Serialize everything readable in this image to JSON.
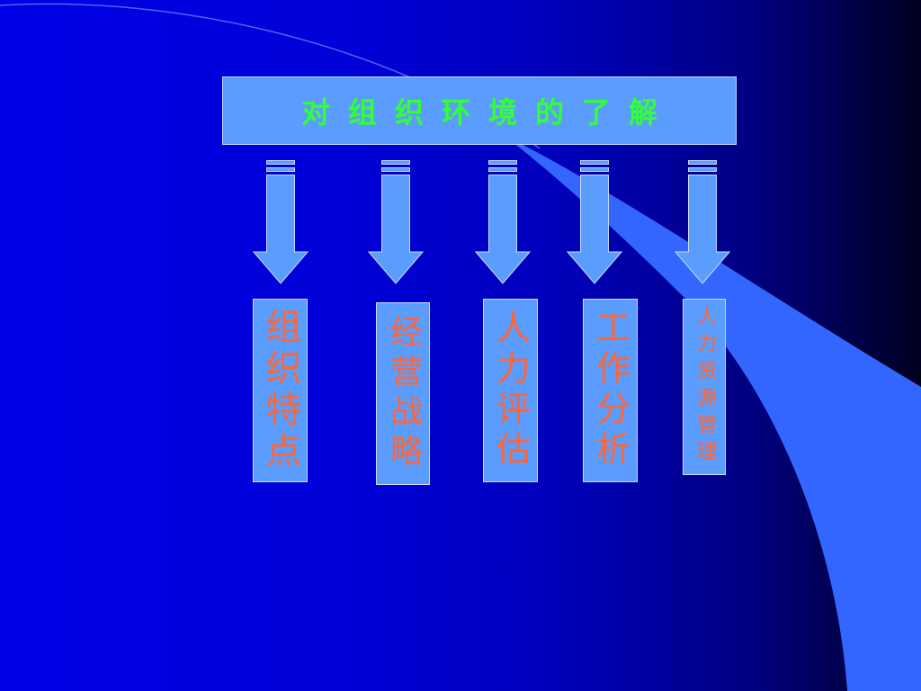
{
  "title": "对组织环境的了解",
  "items": [
    {
      "label": "组织特点"
    },
    {
      "label": "经营战略"
    },
    {
      "label": "人力评估"
    },
    {
      "label": "工作分析"
    },
    {
      "label": "人力资源管理"
    }
  ],
  "colors": {
    "box_fill": "#5b9cff",
    "title_text": "#33ff33",
    "item_text": "#ff6633",
    "background_start": "#0000e6",
    "background_end": "#000020"
  }
}
